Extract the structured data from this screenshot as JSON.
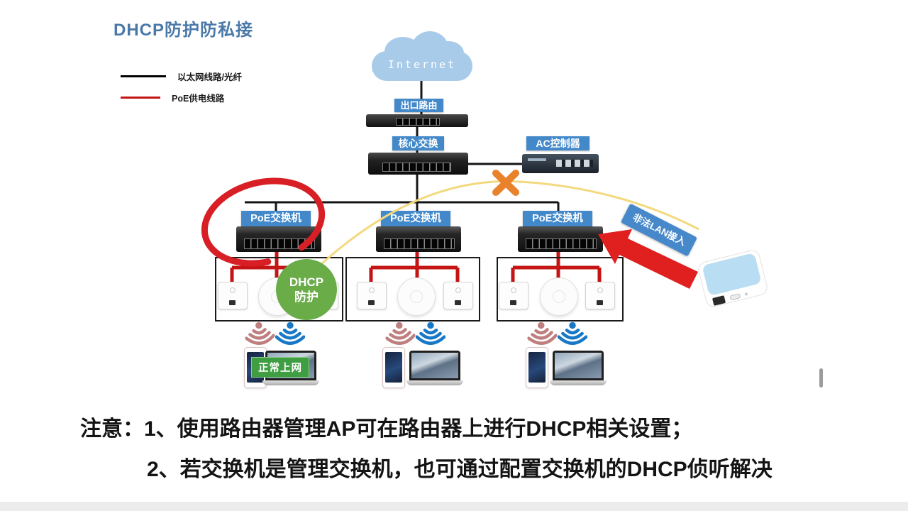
{
  "title": "DHCP防护防私接",
  "legend": {
    "items": [
      {
        "label": "以太网线路/光纤",
        "color": "#000000"
      },
      {
        "label": "PoE供电线路",
        "color": "#c41414"
      }
    ]
  },
  "nodes": {
    "internet": "Internet",
    "exit_router": "出口路由",
    "core_switch": "核心交换",
    "ac_controller": "AC控制器",
    "poe_switch": "PoE交换机"
  },
  "annotations": {
    "dhcp_guard": [
      "DHCP",
      "防护"
    ],
    "illegal_lan_access": "非法LAN接入",
    "normal_internet": "正常上网"
  },
  "notes": {
    "line1": "注意：1、使用路由器管理AP可在路由器上进行DHCP相关设置；",
    "line2": "2、若交换机是管理交换机，也可通过配置交换机的DHCP侦听解决"
  },
  "colors": {
    "title_blue": "#4a79a9",
    "label_blue": "#4389ca",
    "poe_red": "#c41414",
    "guard_green": "#69ac48",
    "normal_green": "#3f9e41",
    "block_orange": "#e8822c",
    "bypass_yellow": "#f3d97e",
    "cloud_blue": "#a8cbe9",
    "wifi_pink": "#bf7f7f",
    "wifi_blue": "#1778c8"
  }
}
